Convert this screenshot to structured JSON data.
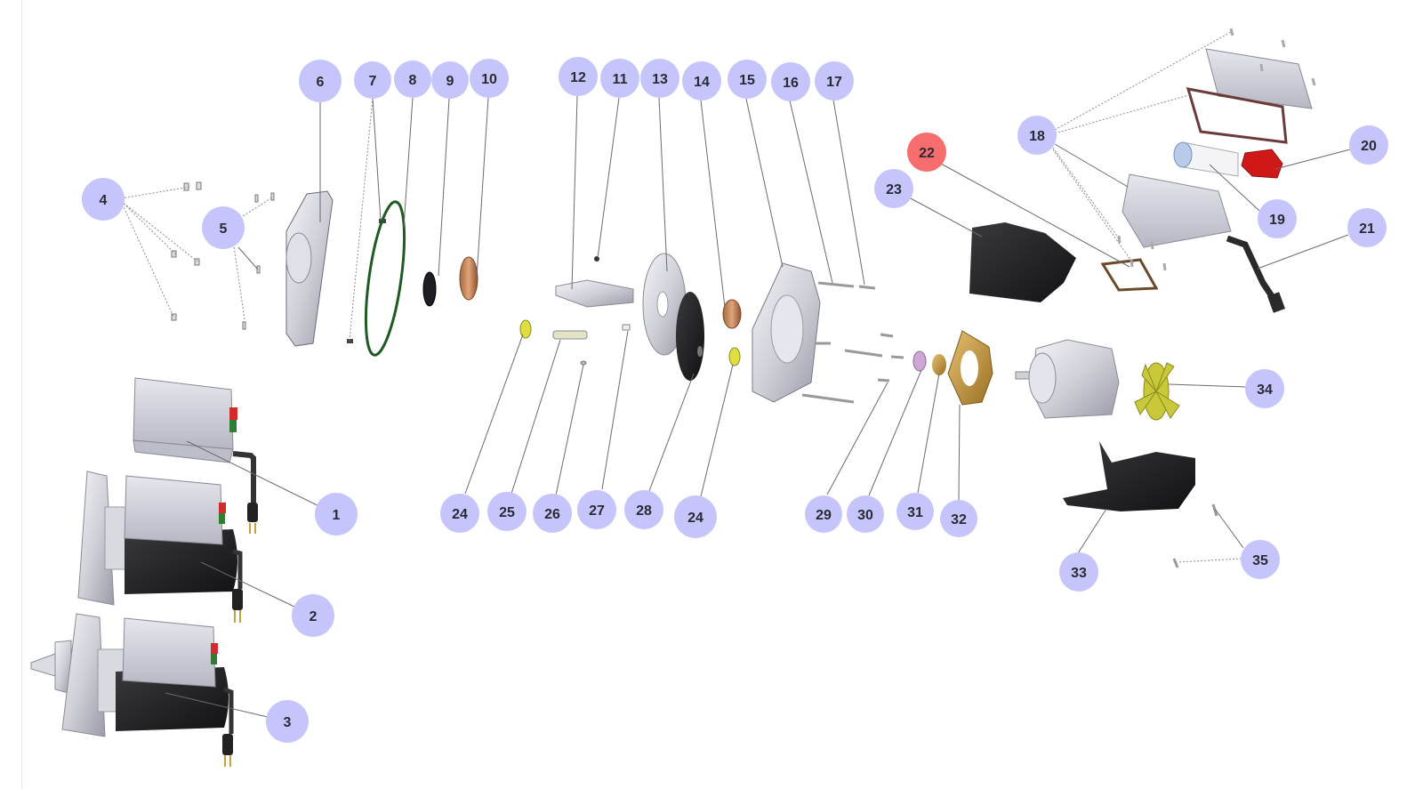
{
  "diagram": {
    "title": "Exploded parts view",
    "colors": {
      "callout_default": "#c5c5fb",
      "callout_selected": "#f76c6c",
      "callout_text": "#2a2a35",
      "leader_line": "#6a6a72"
    },
    "selected_callout": "22",
    "callouts": [
      {
        "id": "c1",
        "label": "1"
      },
      {
        "id": "c2",
        "label": "2"
      },
      {
        "id": "c3",
        "label": "3"
      },
      {
        "id": "c4",
        "label": "4"
      },
      {
        "id": "c5",
        "label": "5"
      },
      {
        "id": "c6",
        "label": "6"
      },
      {
        "id": "c7",
        "label": "7"
      },
      {
        "id": "c8",
        "label": "8"
      },
      {
        "id": "c9",
        "label": "9"
      },
      {
        "id": "c10",
        "label": "10"
      },
      {
        "id": "c11",
        "label": "11"
      },
      {
        "id": "c12",
        "label": "12"
      },
      {
        "id": "c13",
        "label": "13"
      },
      {
        "id": "c14",
        "label": "14"
      },
      {
        "id": "c15",
        "label": "15"
      },
      {
        "id": "c16",
        "label": "16"
      },
      {
        "id": "c17",
        "label": "17"
      },
      {
        "id": "c18",
        "label": "18"
      },
      {
        "id": "c19",
        "label": "19"
      },
      {
        "id": "c20",
        "label": "20"
      },
      {
        "id": "c21",
        "label": "21"
      },
      {
        "id": "c22",
        "label": "22"
      },
      {
        "id": "c23",
        "label": "23"
      },
      {
        "id": "c24a",
        "label": "24"
      },
      {
        "id": "c25",
        "label": "25"
      },
      {
        "id": "c26",
        "label": "26"
      },
      {
        "id": "c27",
        "label": "27"
      },
      {
        "id": "c28",
        "label": "28"
      },
      {
        "id": "c24b",
        "label": "24"
      },
      {
        "id": "c29",
        "label": "29"
      },
      {
        "id": "c30",
        "label": "30"
      },
      {
        "id": "c31",
        "label": "31"
      },
      {
        "id": "c32",
        "label": "32"
      },
      {
        "id": "c33",
        "label": "33"
      },
      {
        "id": "c34",
        "label": "34"
      },
      {
        "id": "c35",
        "label": "35"
      }
    ]
  }
}
